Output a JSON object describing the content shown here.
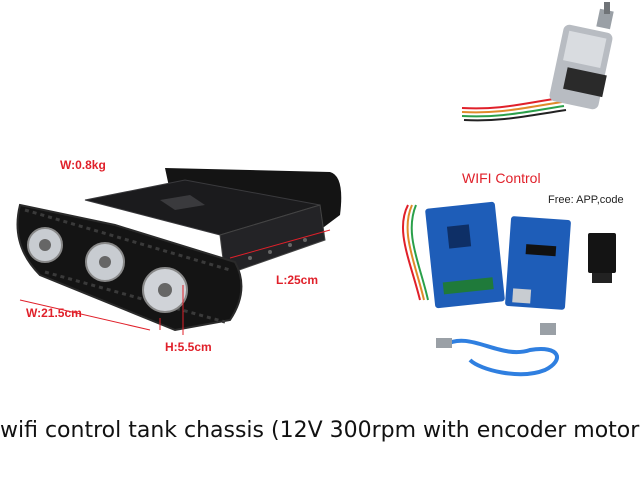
{
  "labels": {
    "weight": "W:0.8kg",
    "length": "L:25cm",
    "width": "W:21.5cm",
    "height": "H:5.5cm",
    "wifi_control": "WIFI Control",
    "free_note": "Free: APP,code"
  },
  "caption": "wifi control tank chassis (12V 300rpm with encoder motor)",
  "colors": {
    "dimension_red": "#e0202a",
    "track_black": "#141414",
    "board_blue": "#1e5db8",
    "cable_blue": "#2f7fe0",
    "motor_silver": "#b8bcc2",
    "wire_orange": "#e08a2a"
  }
}
